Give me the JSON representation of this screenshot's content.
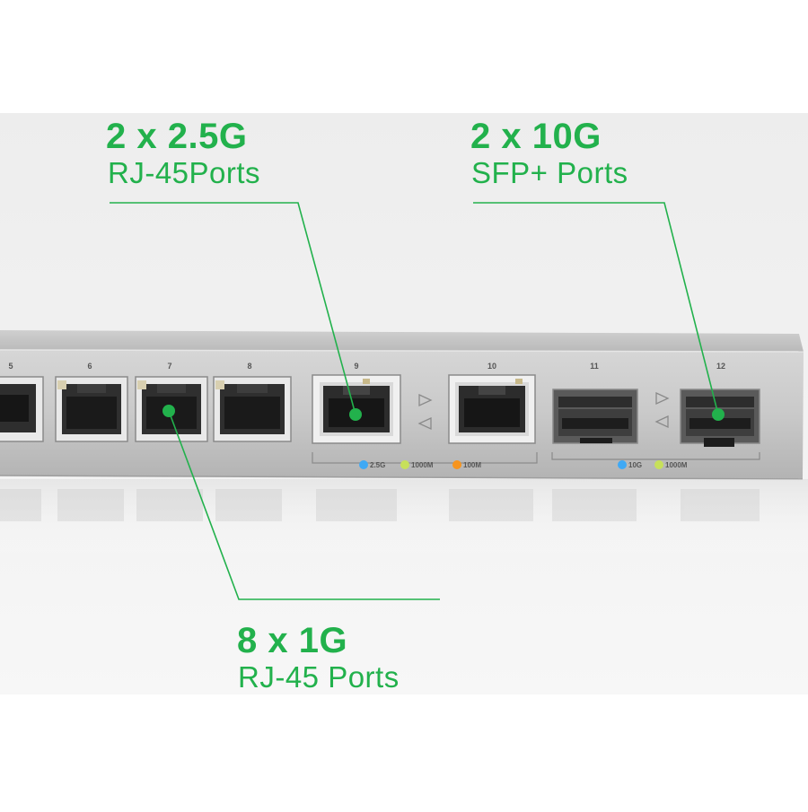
{
  "callouts": {
    "rj45_25g": {
      "title": "2 x 2.5G",
      "subtitle": "RJ-45Ports"
    },
    "sfp_10g": {
      "title": "2 x 10G",
      "subtitle": "SFP+ Ports"
    },
    "rj45_1g": {
      "title": "8 x 1G",
      "subtitle": "RJ-45 Ports"
    }
  },
  "ports": {
    "p5": "5",
    "p6": "6",
    "p7": "7",
    "p8": "8",
    "p9": "9",
    "p10": "10",
    "p11": "11",
    "p12": "12"
  },
  "legend_rj45": {
    "l1": "2.5G",
    "l2": "1000M",
    "l3": "100M"
  },
  "legend_sfp": {
    "l1": "10G",
    "l2": "1000M"
  },
  "colors": {
    "accent_green": "#22b14c",
    "led_blue": "#3fa9f5",
    "led_lime": "#c7e05a",
    "led_orange": "#f7941d"
  }
}
